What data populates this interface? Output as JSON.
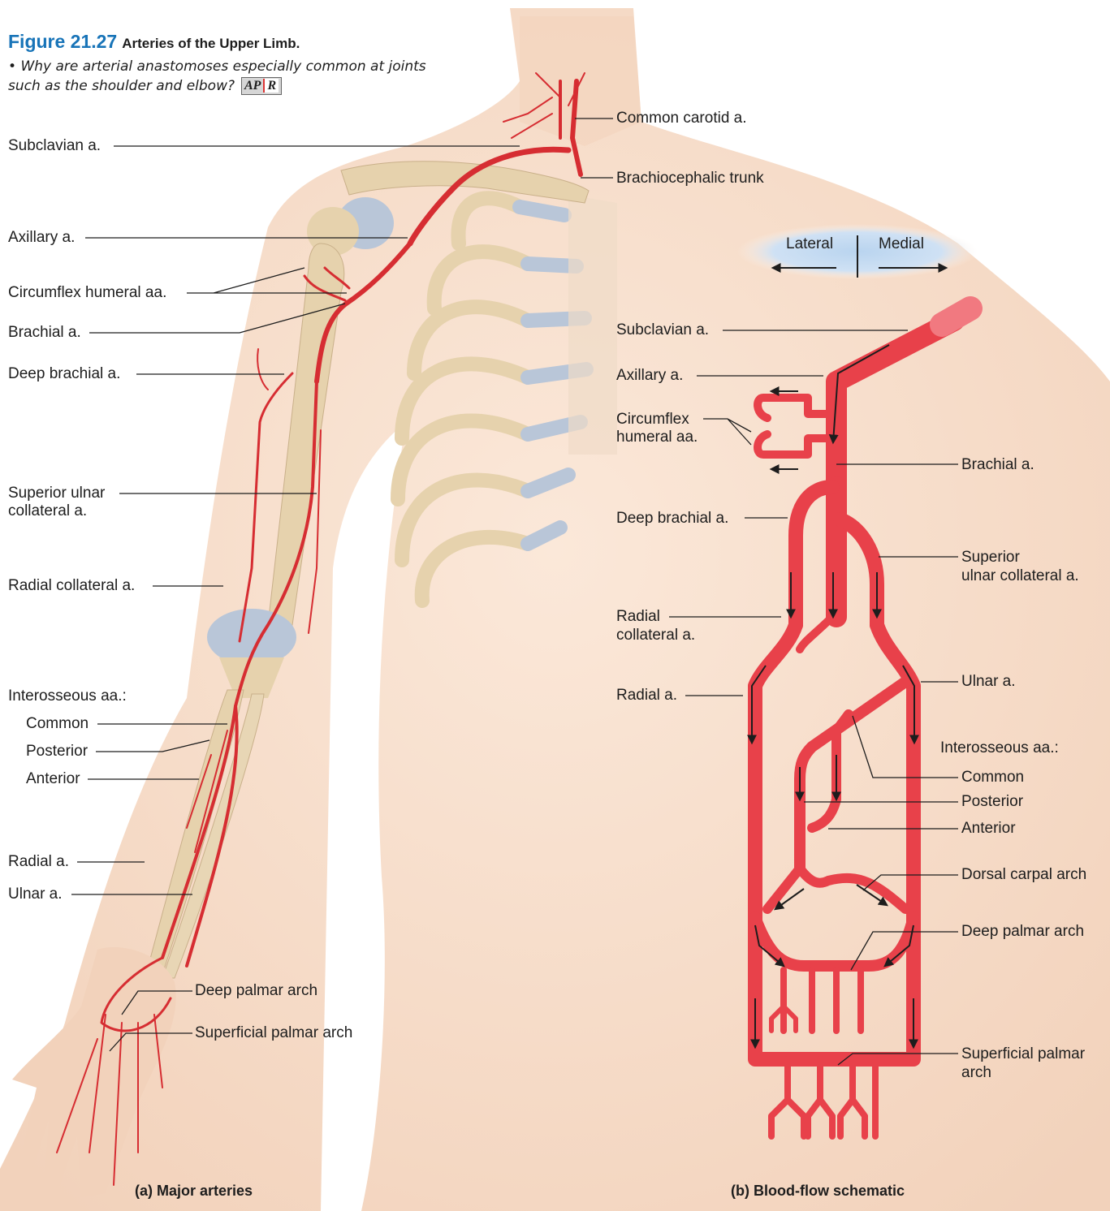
{
  "figure": {
    "number": "Figure 21.27",
    "title": "Arteries of the Upper Limb.",
    "question": "Why are arterial anastomoses especially common at joints such as the shoulder and elbow?",
    "badge_left": "AP",
    "badge_right": "R"
  },
  "left_panel": {
    "caption": "(a) Major arteries",
    "labels": {
      "common_carotid": "Common carotid a.",
      "brachiocephalic": "Brachiocephalic trunk",
      "subclavian": "Subclavian a.",
      "axillary": "Axillary a.",
      "circumflex": "Circumflex humeral aa.",
      "brachial": "Brachial a.",
      "deep_brachial": "Deep brachial a.",
      "superior_ulnar_1": "Superior ulnar",
      "superior_ulnar_2": "collateral a.",
      "radial_collateral": "Radial collateral a.",
      "interosseous": "Interosseous aa.:",
      "common": "Common",
      "posterior": "Posterior",
      "anterior": "Anterior",
      "radial": "Radial a.",
      "ulnar": "Ulnar a.",
      "deep_palmar": "Deep palmar arch",
      "superficial_palmar": "Superficial palmar arch"
    }
  },
  "right_panel": {
    "caption": "(b) Blood-flow schematic",
    "direction": {
      "lateral": "Lateral",
      "medial": "Medial"
    },
    "labels": {
      "subclavian": "Subclavian a.",
      "axillary": "Axillary a.",
      "circumflex_1": "Circumflex",
      "circumflex_2": "humeral aa.",
      "brachial": "Brachial a.",
      "deep_brachial": "Deep brachial a.",
      "superior_ulnar_1": "Superior",
      "superior_ulnar_2": "ulnar collateral a.",
      "radial_collateral_1": "Radial",
      "radial_collateral_2": "collateral a.",
      "radial": "Radial a.",
      "ulnar": "Ulnar a.",
      "interosseous": "Interosseous aa.:",
      "common": "Common",
      "posterior": "Posterior",
      "anterior": "Anterior",
      "dorsal_carpal": "Dorsal carpal arch",
      "deep_palmar": "Deep palmar arch",
      "superficial_palmar_1": "Superficial palmar",
      "superficial_palmar_2": "arch"
    }
  },
  "colors": {
    "artery": "#e8414a",
    "artery_dark": "#c8202a",
    "skin": "#f6dcc7",
    "bone": "#e6d2ad",
    "cartilage": "#b9c6d8",
    "figure_blue": "#1874b8"
  }
}
